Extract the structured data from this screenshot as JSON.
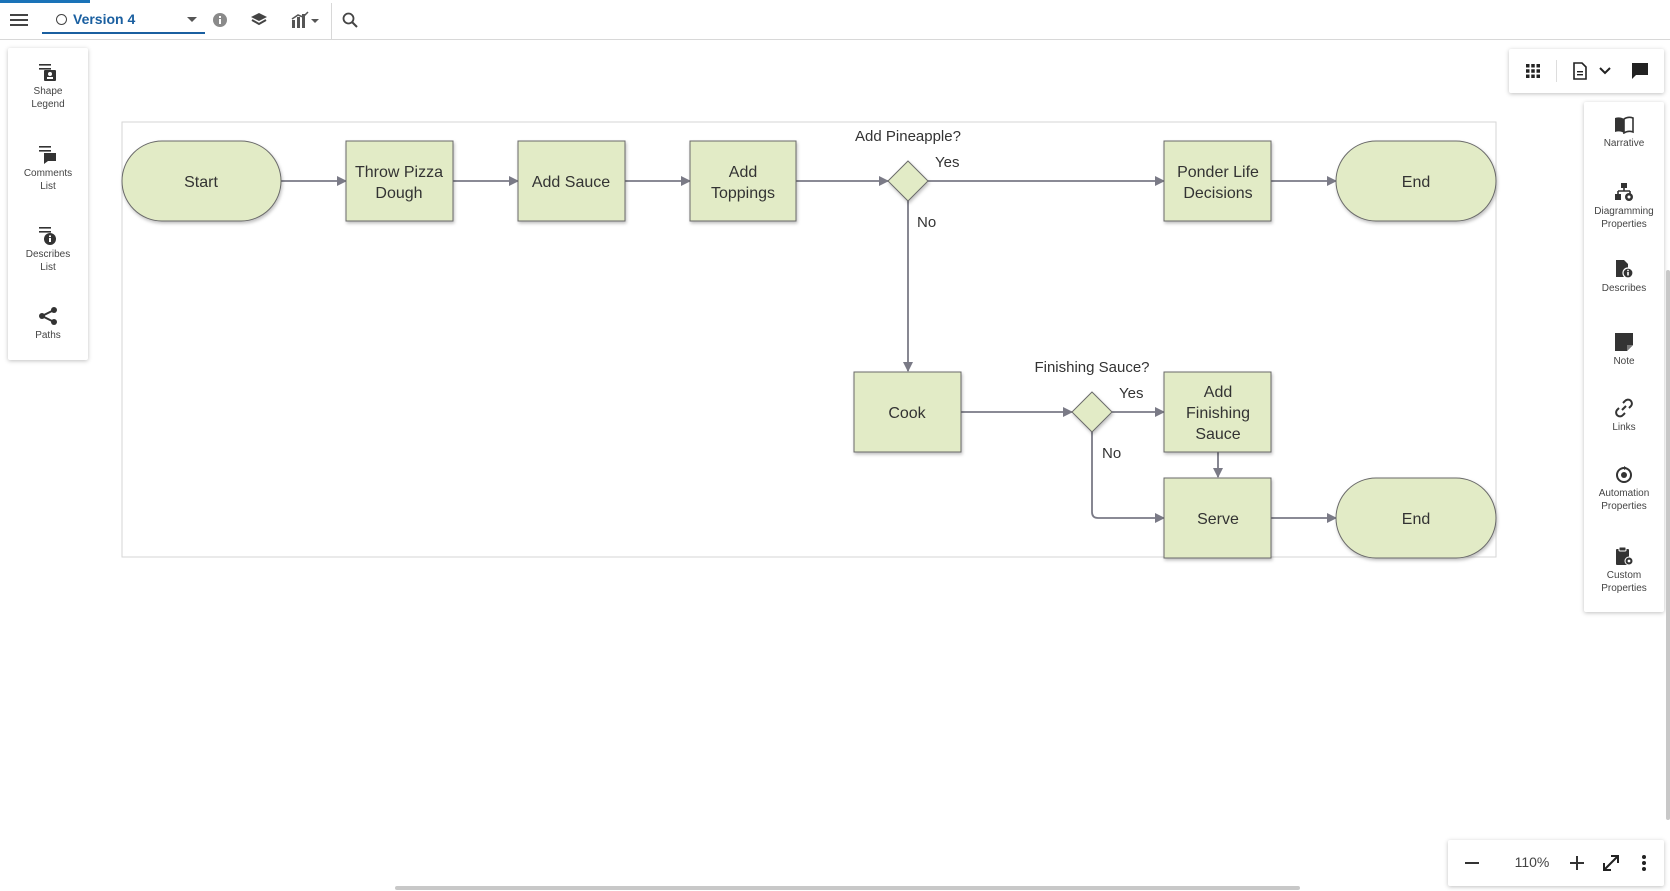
{
  "topbar": {
    "version_label": "Version 4",
    "icons": [
      "menu-icon",
      "info-icon",
      "layers-icon",
      "chart-icon",
      "search-icon"
    ]
  },
  "left_panel": {
    "items": [
      {
        "label": "Shape\nLegend",
        "icon": "shape-legend-icon"
      },
      {
        "label": "Comments\nList",
        "icon": "comments-list-icon"
      },
      {
        "label": "Describes\nList",
        "icon": "describes-list-icon"
      },
      {
        "label": "Paths",
        "icon": "paths-icon"
      }
    ]
  },
  "right_panel": {
    "items": [
      {
        "label": "Narrative",
        "icon": "book-icon"
      },
      {
        "label": "Diagramming\nProperties",
        "icon": "diagram-icon"
      },
      {
        "label": "Describes",
        "icon": "describes-icon"
      },
      {
        "label": "Note",
        "icon": "note-icon"
      },
      {
        "label": "Links",
        "icon": "link-icon"
      },
      {
        "label": "Automation\nProperties",
        "icon": "automation-icon"
      },
      {
        "label": "Custom\nProperties",
        "icon": "clipboard-icon"
      }
    ]
  },
  "top_right_toolbar": {
    "icons": [
      "grid-icon",
      "document-icon",
      "chevron-down-icon",
      "comment-icon"
    ]
  },
  "zoom": {
    "level": "110%"
  },
  "diagram": {
    "shapes": {
      "start": "Start",
      "throw_dough_1": "Throw Pizza",
      "throw_dough_2": "Dough",
      "add_sauce": "Add Sauce",
      "add_toppings_1": "Add",
      "add_toppings_2": "Toppings",
      "ponder_1": "Ponder Life",
      "ponder_2": "Decisions",
      "end_top": "End",
      "cook": "Cook",
      "add_finishing_1": "Add",
      "add_finishing_2": "Finishing",
      "add_finishing_3": "Sauce",
      "serve": "Serve",
      "end_bottom": "End"
    },
    "labels": {
      "add_pineapple_question": "Add Pineapple?",
      "pineapple_yes": "Yes",
      "pineapple_no": "No",
      "finishing_question": "Finishing Sauce?",
      "finishing_yes": "Yes",
      "finishing_no": "No"
    },
    "colors": {
      "shape_fill": "#e2ebc6",
      "shape_stroke": "#6b6b6b",
      "connector": "#7a7a86"
    }
  }
}
